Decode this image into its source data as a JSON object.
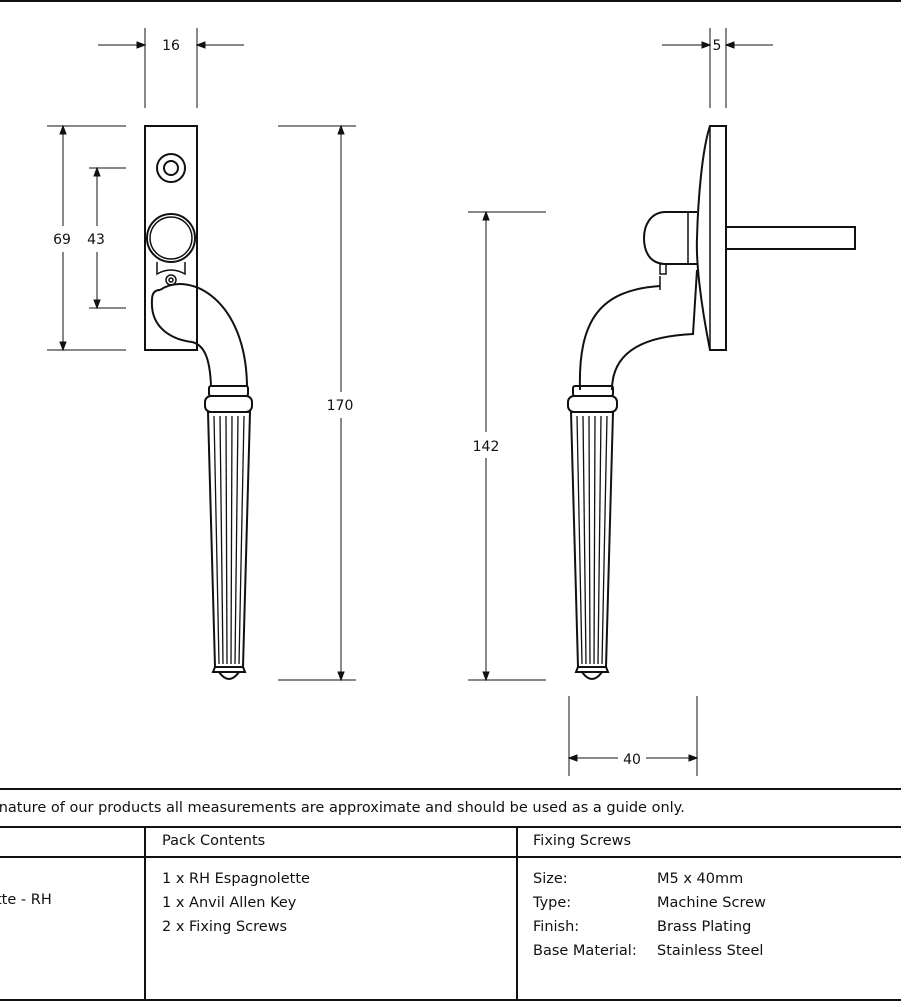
{
  "dimensions": {
    "front_width": "16",
    "backplate_height": "69",
    "spindle_offset": "43",
    "overall_height": "170",
    "side_plate_thickness": "5",
    "side_height": "142",
    "projection": "40"
  },
  "notice": "ed nature of our products all measurements are approximate and should be used as a guide only.",
  "table": {
    "col1": {
      "value_fragment": "tte - RH"
    },
    "pack_contents": {
      "header": "Pack Contents",
      "items": [
        "1 x RH Espagnolette",
        "1 x Anvil Allen Key",
        "2 x Fixing Screws"
      ]
    },
    "fixing_screws": {
      "header": "Fixing Screws",
      "rows": [
        {
          "label": "Size:",
          "value": "M5 x 40mm"
        },
        {
          "label": "Type:",
          "value": "Machine Screw"
        },
        {
          "label": "Finish:",
          "value": "Brass Plating"
        },
        {
          "label": "Base Material:",
          "value": "Stainless Steel"
        }
      ]
    }
  }
}
